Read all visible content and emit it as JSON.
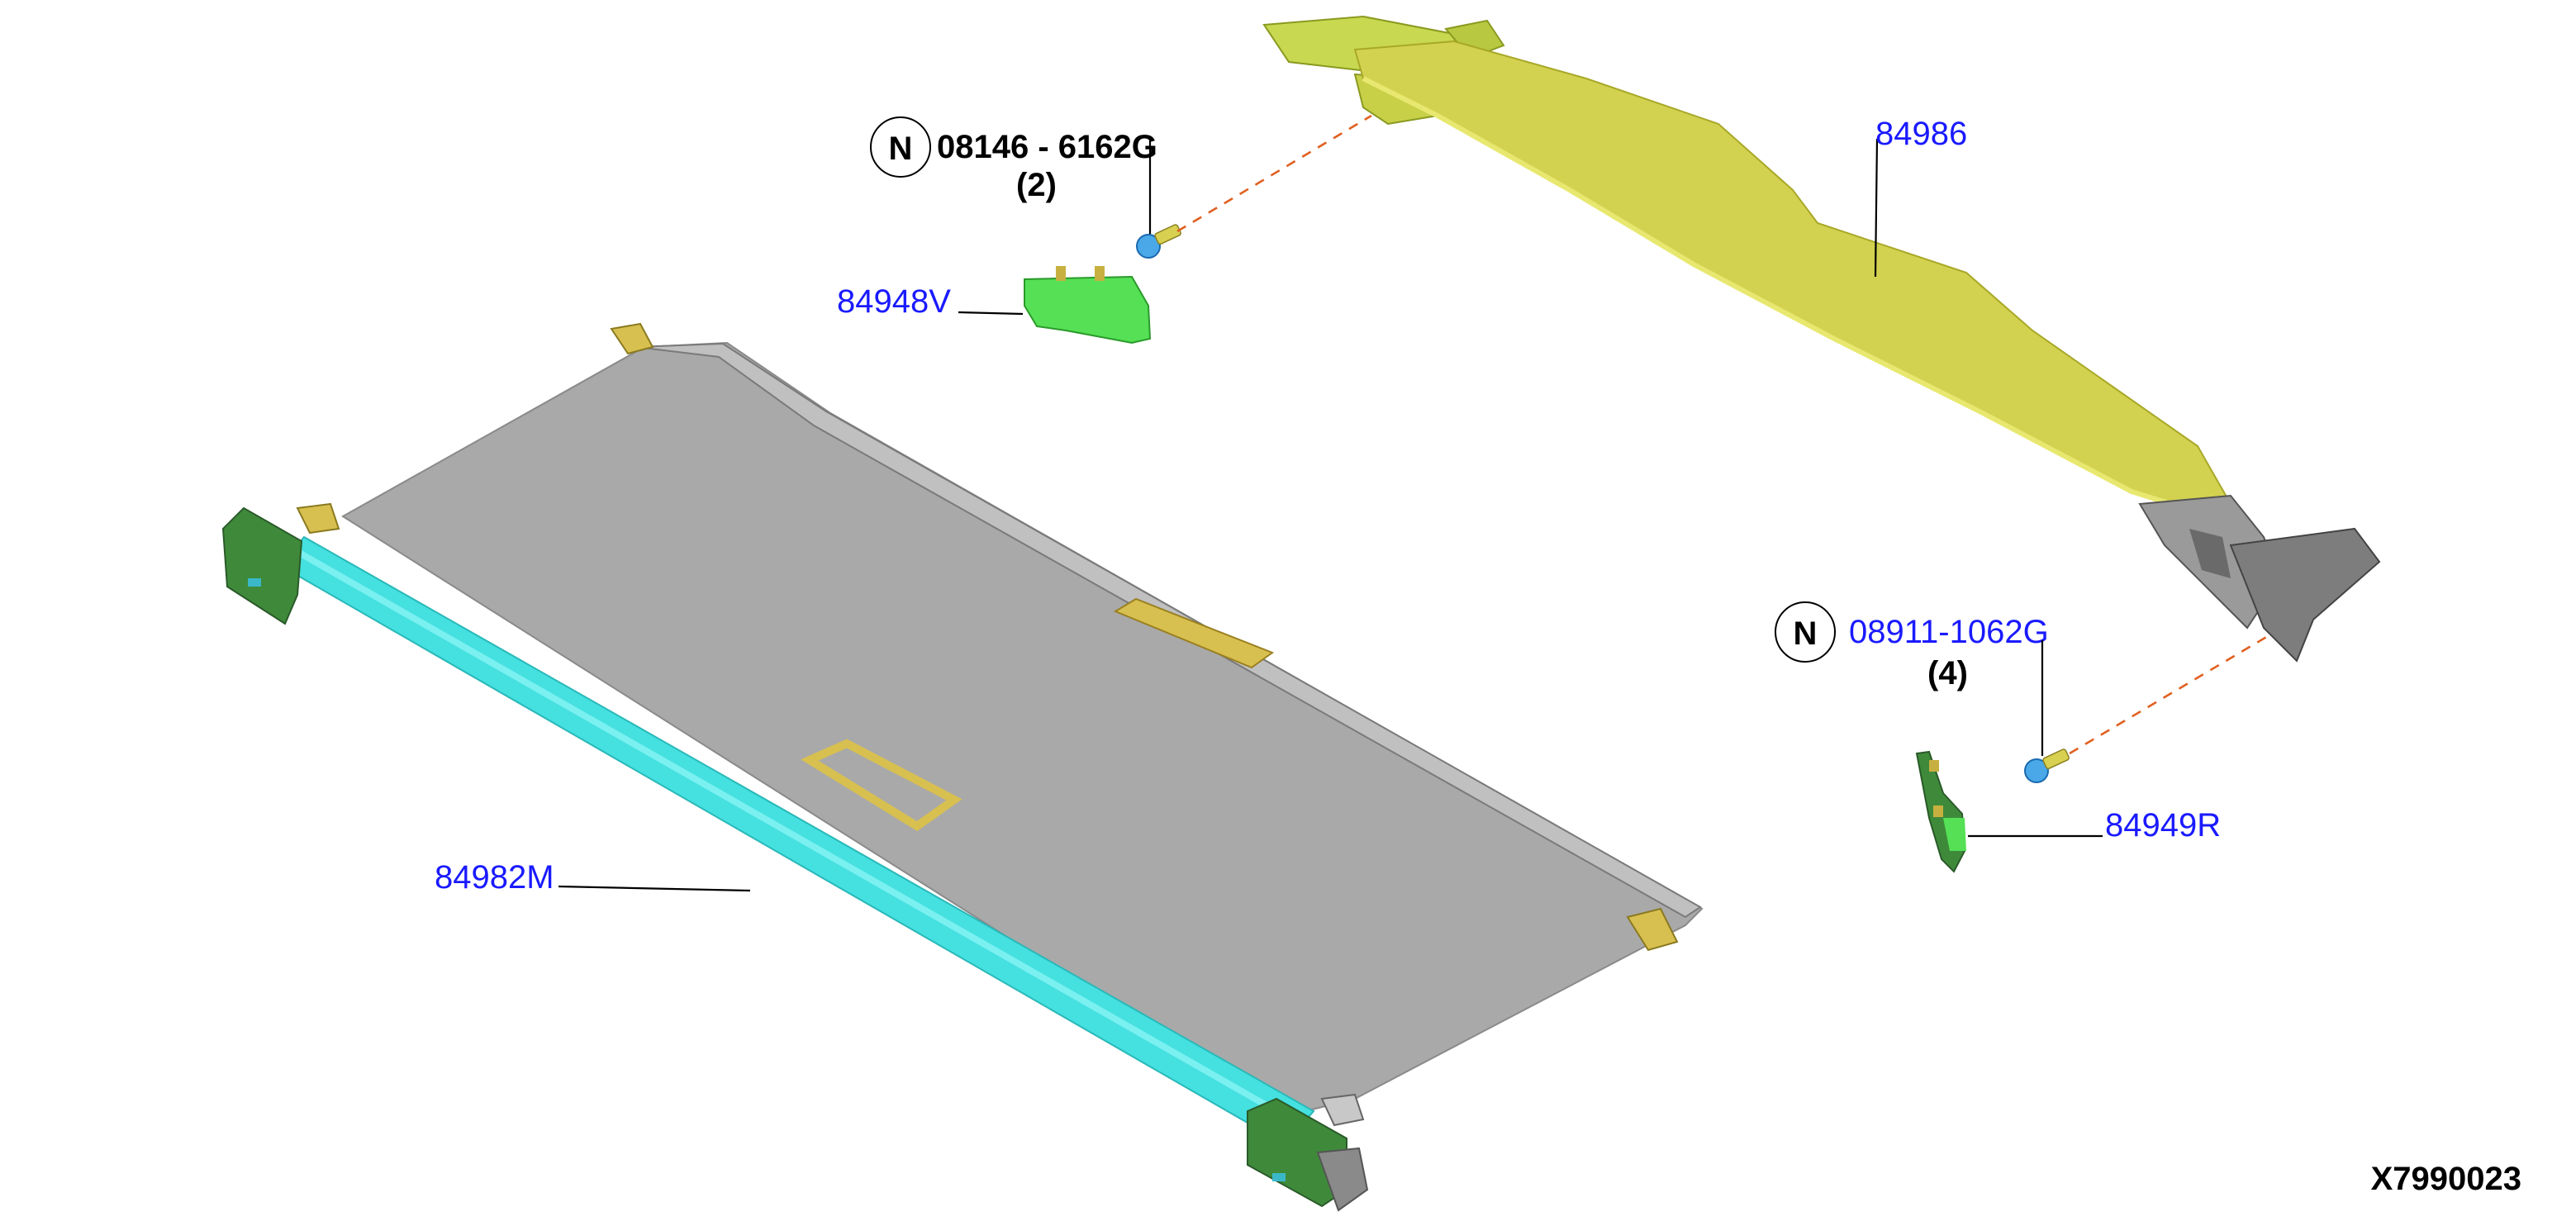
{
  "drawing_id": "X7990023",
  "colors": {
    "link_text": "#1a1aff",
    "panel_gray": "#a9a9a9",
    "roller_cyan": "#45e0e0",
    "end_cap_green": "#3f8a3a",
    "board_yellow": "#d4d454",
    "bracket_green": "#55e055",
    "screw_blue": "#4aa8e8",
    "leader_dash_orange": "#e06020"
  },
  "callouts": {
    "board": {
      "part_no": "84986",
      "clickable": true
    },
    "left_bracket": {
      "part_no": "84948V",
      "clickable": true
    },
    "right_bracket": {
      "part_no": "84949R",
      "clickable": true
    },
    "tonneau_cover": {
      "part_no": "84982M",
      "clickable": true
    },
    "left_screw": {
      "badge": "N",
      "part_no": "08146 - 6162G",
      "qty": "(2)",
      "clickable": false
    },
    "right_screw": {
      "badge": "N",
      "part_no": "08911-1062G",
      "qty": "(4)",
      "clickable": true
    }
  },
  "icons": [
    "n-badge-icon",
    "screw-icon",
    "bracket-icon",
    "tonneau-cover-icon",
    "package-tray-icon"
  ]
}
